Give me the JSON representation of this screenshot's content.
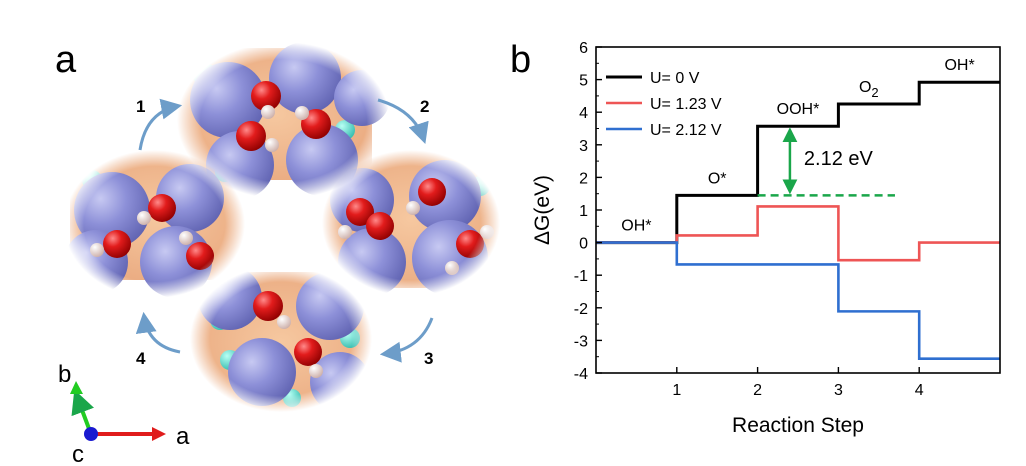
{
  "panel_a": {
    "letter": "a",
    "steps": [
      "1",
      "2",
      "3",
      "4"
    ],
    "axes": {
      "b": "b",
      "c": "c",
      "a": "a"
    },
    "colors": {
      "metal": "#7c7fcf",
      "oxygen": "#e01c1c",
      "hydrogen": "#f4e2de",
      "teal": "#40d6c8",
      "substrate": "#f0b890",
      "arrow": "#6d9dc9",
      "axis_b": "#22cc22",
      "axis_a": "#e01c1c",
      "axis_c": "#1a1ad0"
    }
  },
  "panel_b": {
    "letter": "b",
    "annotation": "2.12 eV",
    "annotation_color": "#1aa64a"
  },
  "chart_data": {
    "type": "line",
    "title": "",
    "xlabel": "Reaction Step",
    "ylabel": "ΔG(eV)",
    "xlim": [
      0,
      5
    ],
    "ylim": [
      -4,
      6
    ],
    "x_ticks": [
      "1",
      "2",
      "3",
      "4"
    ],
    "y_ticks": [
      "6",
      "5",
      "4",
      "3",
      "2",
      "1",
      "0",
      "-1",
      "-2",
      "-3",
      "-4"
    ],
    "state_labels": [
      "OH*",
      "O*",
      "OOH*",
      "O2",
      "OH*"
    ],
    "legend_position": "top-left",
    "series": [
      {
        "name": "U= 0 V",
        "color": "#000000",
        "values": [
          0,
          1.45,
          3.57,
          4.25,
          4.92
        ]
      },
      {
        "name": "U= 1.23 V",
        "color": "#ee5555",
        "values": [
          0,
          0.22,
          1.11,
          -0.54,
          0.0
        ]
      },
      {
        "name": "U= 2.12 V",
        "color": "#2f6fd0",
        "values": [
          0,
          -0.67,
          -0.67,
          -2.11,
          -3.56
        ]
      }
    ],
    "annotation_arrow": {
      "x": 2.4,
      "from": 1.45,
      "to": 3.57
    },
    "dashed_line": {
      "y": 1.45,
      "x_start": 2.0,
      "x_end": 3.7
    }
  }
}
